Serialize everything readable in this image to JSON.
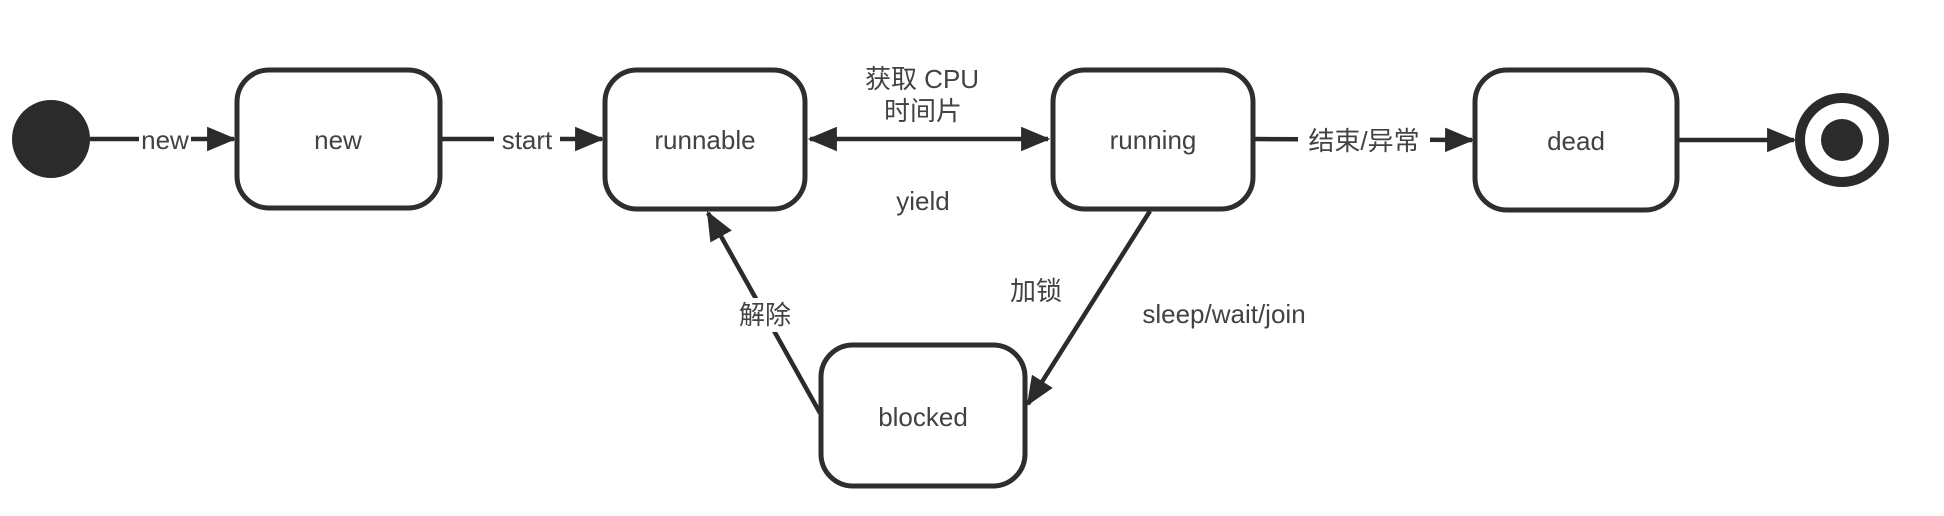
{
  "diagram": {
    "kind": "uml-state-diagram",
    "subject": "thread lifecycle",
    "colors": {
      "background": "#ffffff",
      "line": "#2b2b2b",
      "node_border": "#2e2e2e",
      "text": "#424242"
    },
    "nodes": {
      "initial": {
        "kind": "initial-pseudo-state"
      },
      "new": {
        "label": "new"
      },
      "runnable": {
        "label": "runnable"
      },
      "running": {
        "label": "running"
      },
      "dead": {
        "label": "dead"
      },
      "blocked": {
        "label": "blocked"
      },
      "final": {
        "kind": "final-state"
      }
    },
    "edges": {
      "initial_to_new": {
        "label": "new"
      },
      "new_to_runnable": {
        "label": "start"
      },
      "runnable_to_running": {
        "label_line1": "获取 CPU",
        "label_line2": "时间片"
      },
      "running_to_runnable": {
        "label": "yield"
      },
      "running_to_dead": {
        "label": "结束/异常"
      },
      "dead_to_final": {},
      "running_to_blocked": {
        "label_cn": "加锁",
        "label_en": "sleep/wait/join"
      },
      "blocked_to_runnable": {
        "label": "解除"
      }
    }
  }
}
